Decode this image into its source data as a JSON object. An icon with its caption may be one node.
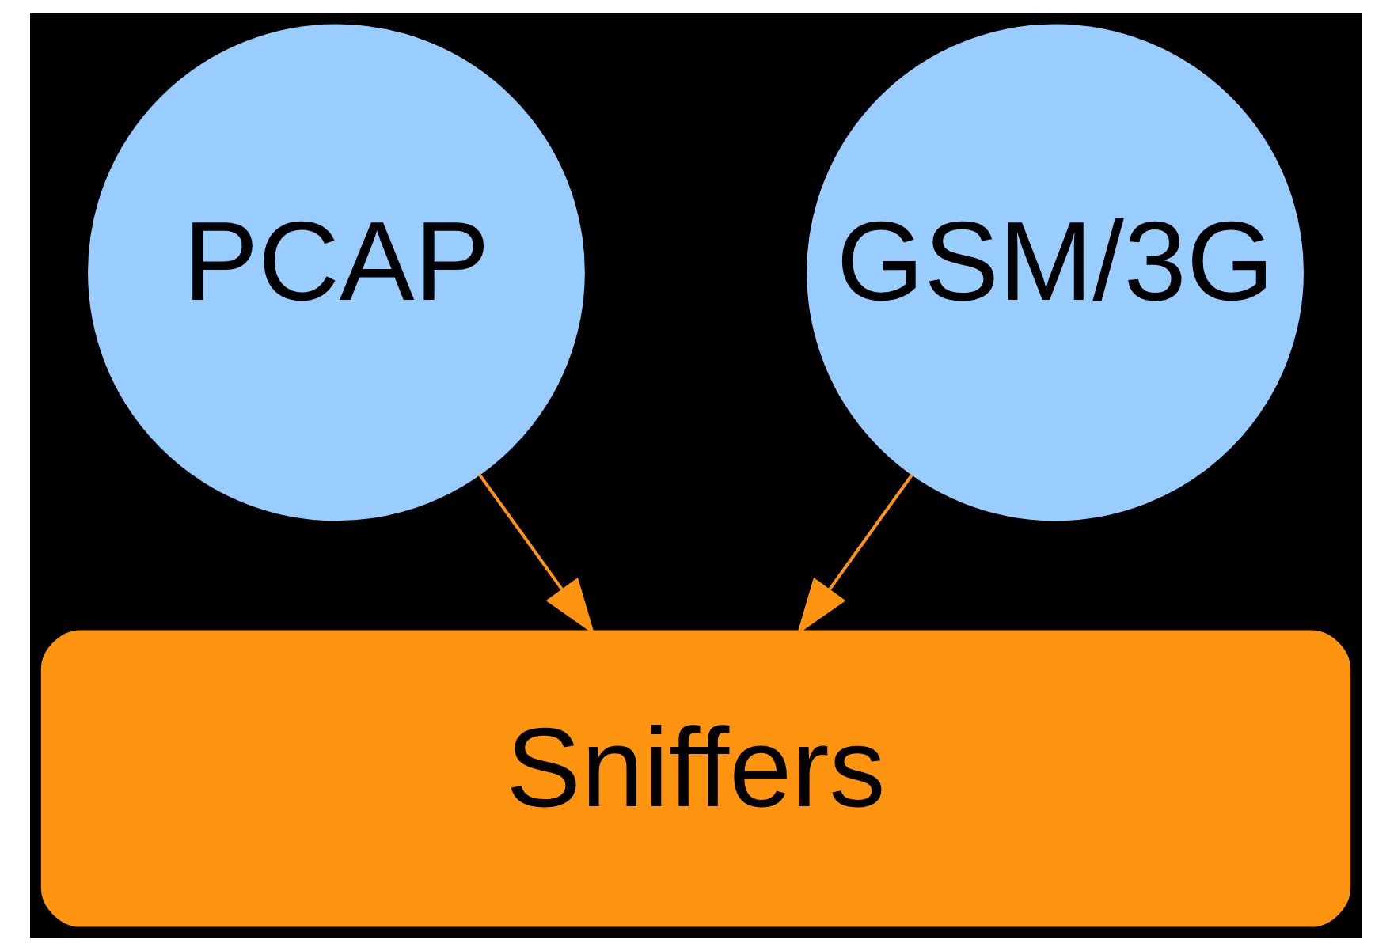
{
  "diagram": {
    "nodes": [
      {
        "text": [
          "PCAP"
        ]
      },
      {
        "text": [
          "GSM/3G"
        ]
      },
      {
        "text": [
          "Sniffers"
        ]
      }
    ],
    "edges": [
      {
        "from": 0,
        "to": 2,
        "arrow": "to"
      },
      {
        "from": 1,
        "to": 2,
        "arrow": "to"
      }
    ]
  }
}
